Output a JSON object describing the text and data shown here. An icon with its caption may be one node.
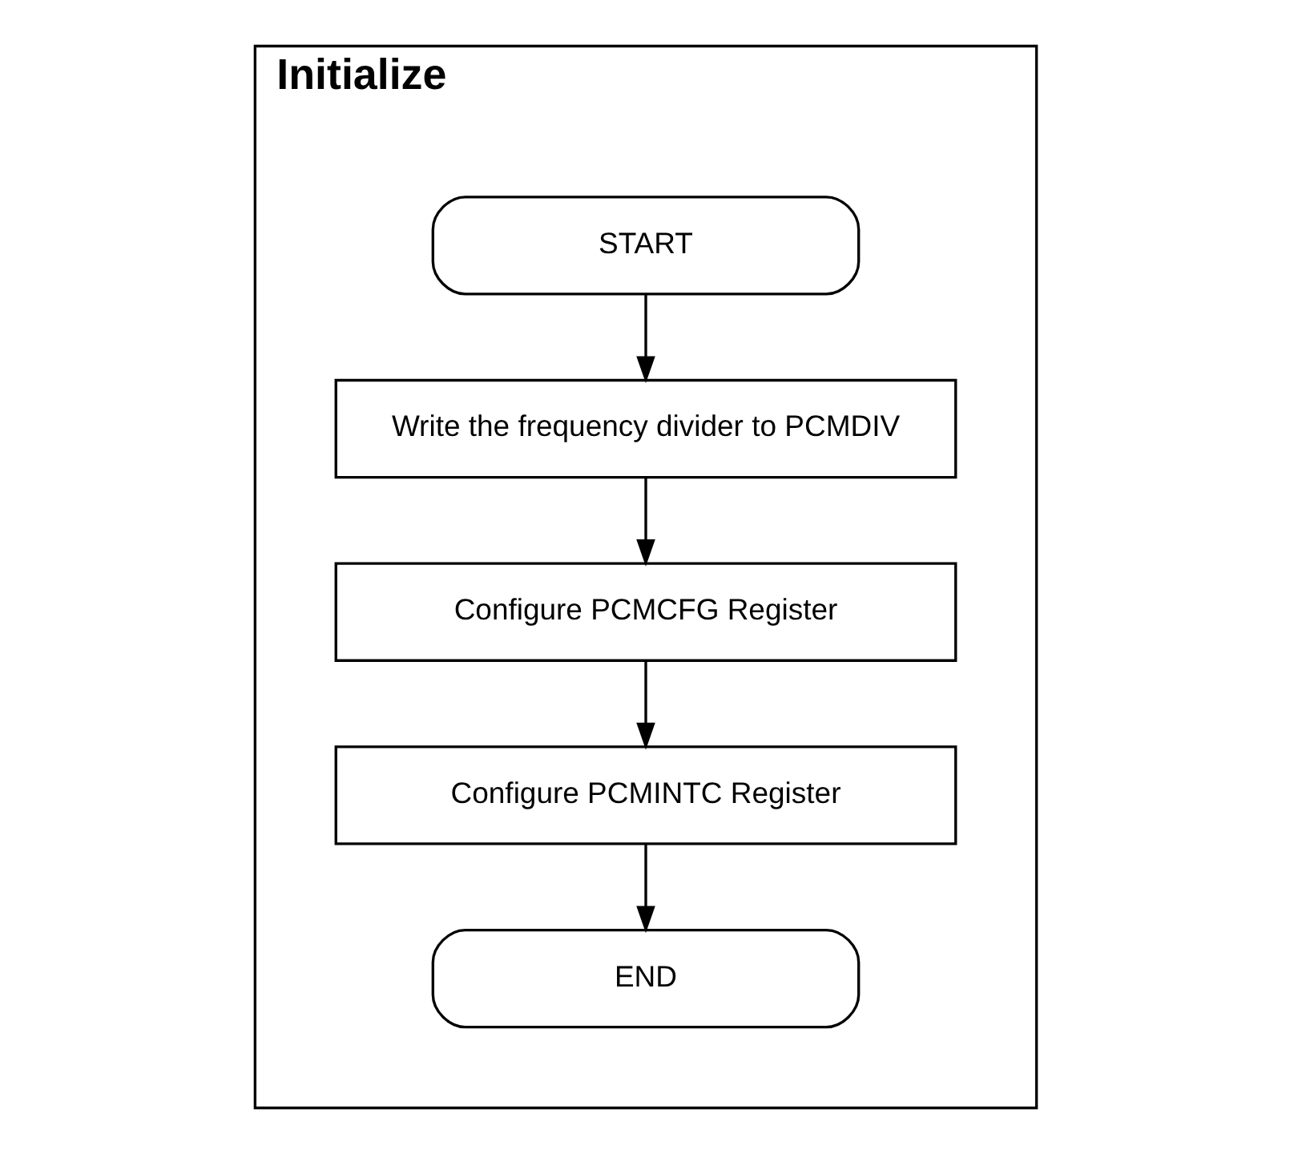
{
  "diagram": {
    "nodes": [
      {
        "text": [
          "Initialize"
        ]
      },
      {
        "text": [
          "START"
        ],
        "in": 0
      },
      {
        "text": [
          "Write the frequency divider to PCMDIV"
        ],
        "in": 0
      },
      {
        "text": [
          "Configure PCMCFG Register"
        ],
        "in": 0
      },
      {
        "text": [
          "Configure PCMINTC Register"
        ],
        "in": 0
      },
      {
        "text": [
          "END"
        ],
        "in": 0
      }
    ],
    "edges": [
      {
        "from": 1,
        "to": 2,
        "arrow": "to"
      },
      {
        "from": 2,
        "to": 3,
        "arrow": "to"
      },
      {
        "from": 3,
        "to": 4,
        "arrow": "to"
      },
      {
        "from": 4,
        "to": 5,
        "arrow": "to"
      }
    ]
  }
}
